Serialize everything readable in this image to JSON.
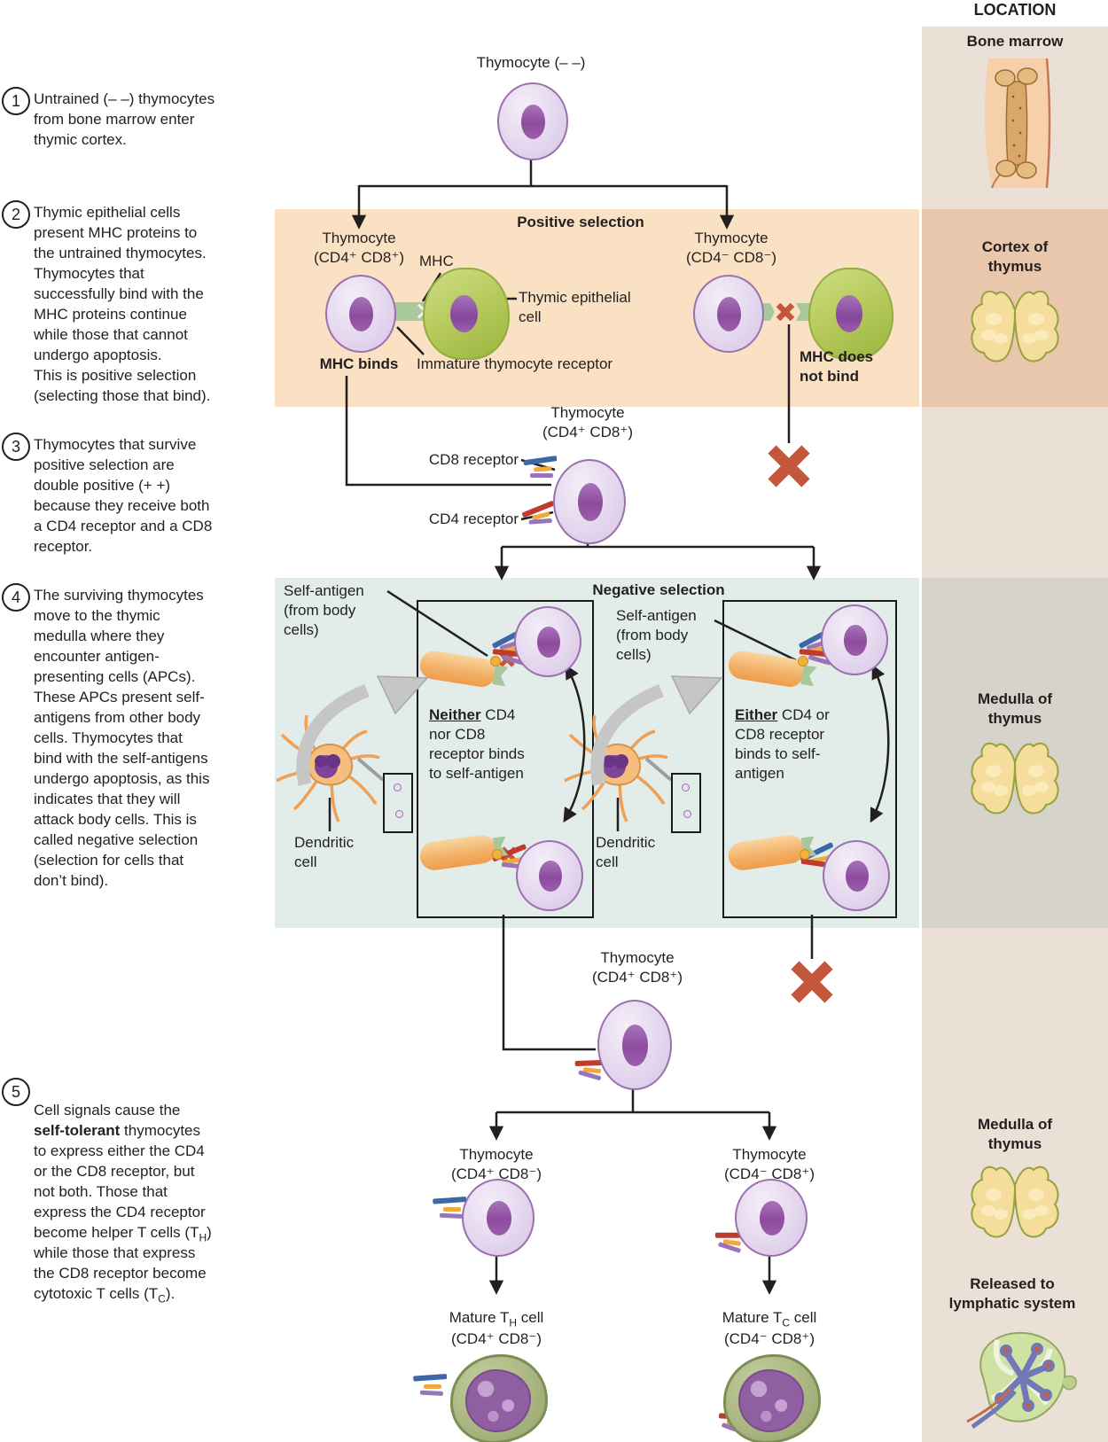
{
  "figure": {
    "location_header": "LOCATION"
  },
  "steps": [
    {
      "num": "1",
      "text": "Untrained (– –) thymocytes\nfrom bone marrow enter\nthymic cortex."
    },
    {
      "num": "2",
      "text": "Thymic epithelial cells\npresent MHC proteins to\nthe untrained thymocytes.\nThymocytes that\nsuccessfully bind with the\nMHC proteins continue\nwhile those that cannot\nundergo apoptosis.\nThis is positive selection\n(selecting those that bind)."
    },
    {
      "num": "3",
      "text": "Thymocytes that survive\npositive selection are\ndouble positive (+ +)\nbecause they receive both\na CD4 receptor and a CD8\nreceptor."
    },
    {
      "num": "4",
      "text": "The surviving thymocytes\nmove to the thymic\nmedulla where they\nencounter antigen-\npresenting cells (APCs).\nThese APCs present self-\nantigens from other body\ncells. Thymocytes that\nbind with the self-antigens\nundergo apoptosis, as this\nindicates that they will\nattack body cells. This is\ncalled negative selection\n(selection for cells that\ndon’t bind)."
    },
    {
      "num": "5",
      "parts": {
        "pre": "Cell signals cause the\n",
        "bold": "self-tolerant",
        "mid": " thymocytes\nto express either the CD4\nor the CD8 receptor, but\nnot both. Those that\nexpress the CD4 receptor\nbecome helper T cells (T",
        "sub1": "H",
        "mid2": ")\nwhile those that express\nthe CD8 receptor become\ncytotoxic T cells (T",
        "sub2": "C",
        "end": ")."
      }
    }
  ],
  "top": {
    "label": "Thymocyte (– –)"
  },
  "positive": {
    "title": "Positive selection",
    "left_cell_label": "Thymocyte\n(CD4⁺ CD8⁺)",
    "mhc": "MHC",
    "epithelial": "Thymic epithelial\ncell",
    "mhc_binds": "MHC binds",
    "immature": "Immature thymocyte receptor",
    "right_cell_label": "Thymocyte\n(CD4⁻ CD8⁻)",
    "not_bind": "MHC does\nnot bind"
  },
  "middle": {
    "dp_label": "Thymocyte\n(CD4⁺ CD8⁺)",
    "cd8": "CD8 receptor",
    "cd4": "CD4 receptor"
  },
  "negative": {
    "title": "Negative selection",
    "self_antigen": "Self-antigen\n(from body\ncells)",
    "self_antigen2": "Self-antigen\n(from body\ncells)",
    "neither_word": "Neither",
    "neither_rest": " CD4\nnor CD8\nreceptor binds\nto self-antigen",
    "either_word": "Either",
    "either_rest": " CD4 or\nCD8 receptor\nbinds to self-\nantigen",
    "dendritic": "Dendritic\ncell",
    "dendritic2": "Dendritic\ncell"
  },
  "bottom": {
    "dp_label": "Thymocyte\n(CD4⁺ CD8⁺)",
    "cd4_label": "Thymocyte\n(CD4⁺ CD8⁻)",
    "cd8_label": "Thymocyte\n(CD4⁻ CD8⁺)",
    "mature_th": {
      "pre": "Mature T",
      "sub": "H",
      "post": " cell"
    },
    "mature_th_sub": "(CD4⁺ CD8⁻)",
    "mature_tc": {
      "pre": "Mature T",
      "sub": "C",
      "post": " cell"
    },
    "mature_tc_sub": "(CD4⁻ CD8⁺)"
  },
  "location": {
    "bone_marrow": "Bone marrow",
    "cortex": "Cortex of\nthymus",
    "medulla": "Medulla of\nthymus",
    "medulla2": "Medulla of\nthymus",
    "released": "Released to\nlymphatic system"
  },
  "colors": {
    "positive_band": "#FAE1C4",
    "negative_band": "#E2EDEA",
    "location_bg": "#EAE0D6",
    "cortex_panel": "#E9C7AD",
    "medulla_panel": "#D6D3CA",
    "reject_x": "#C4573B",
    "cd8_blue": "#3C68A6",
    "cd4_red": "#BF3B2C"
  }
}
